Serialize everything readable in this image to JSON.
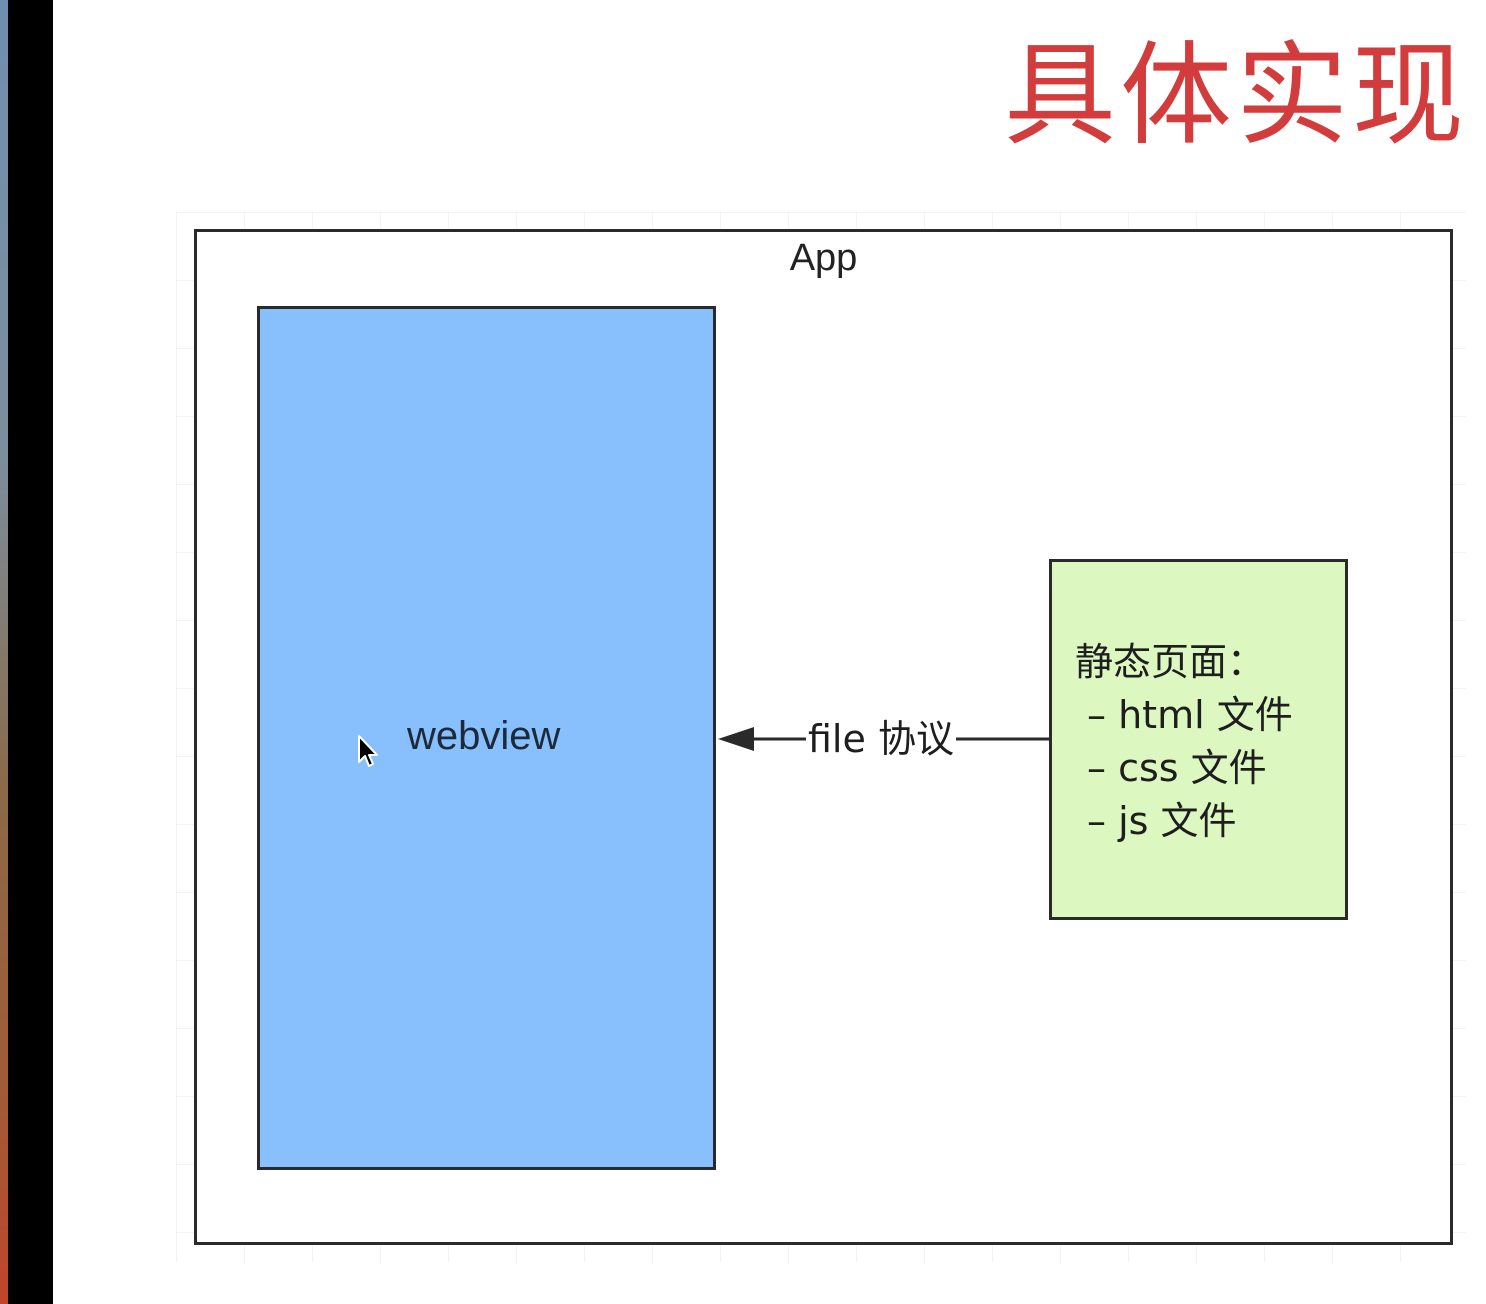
{
  "slide": {
    "title": "具体实现"
  },
  "diagram": {
    "container": {
      "label": "App"
    },
    "webview": {
      "label": "webview",
      "fill": "#88c0fd"
    },
    "static_pages": {
      "fill": "#ddf7c1",
      "heading": "静态页面：",
      "items": [
        "– html 文件",
        "– css 文件",
        "– js 文件"
      ]
    },
    "edge": {
      "label": "file 协议",
      "from": "static_pages",
      "to": "webview"
    }
  },
  "colors": {
    "title": "#d23c3c",
    "stroke": "#2a2a2a"
  }
}
